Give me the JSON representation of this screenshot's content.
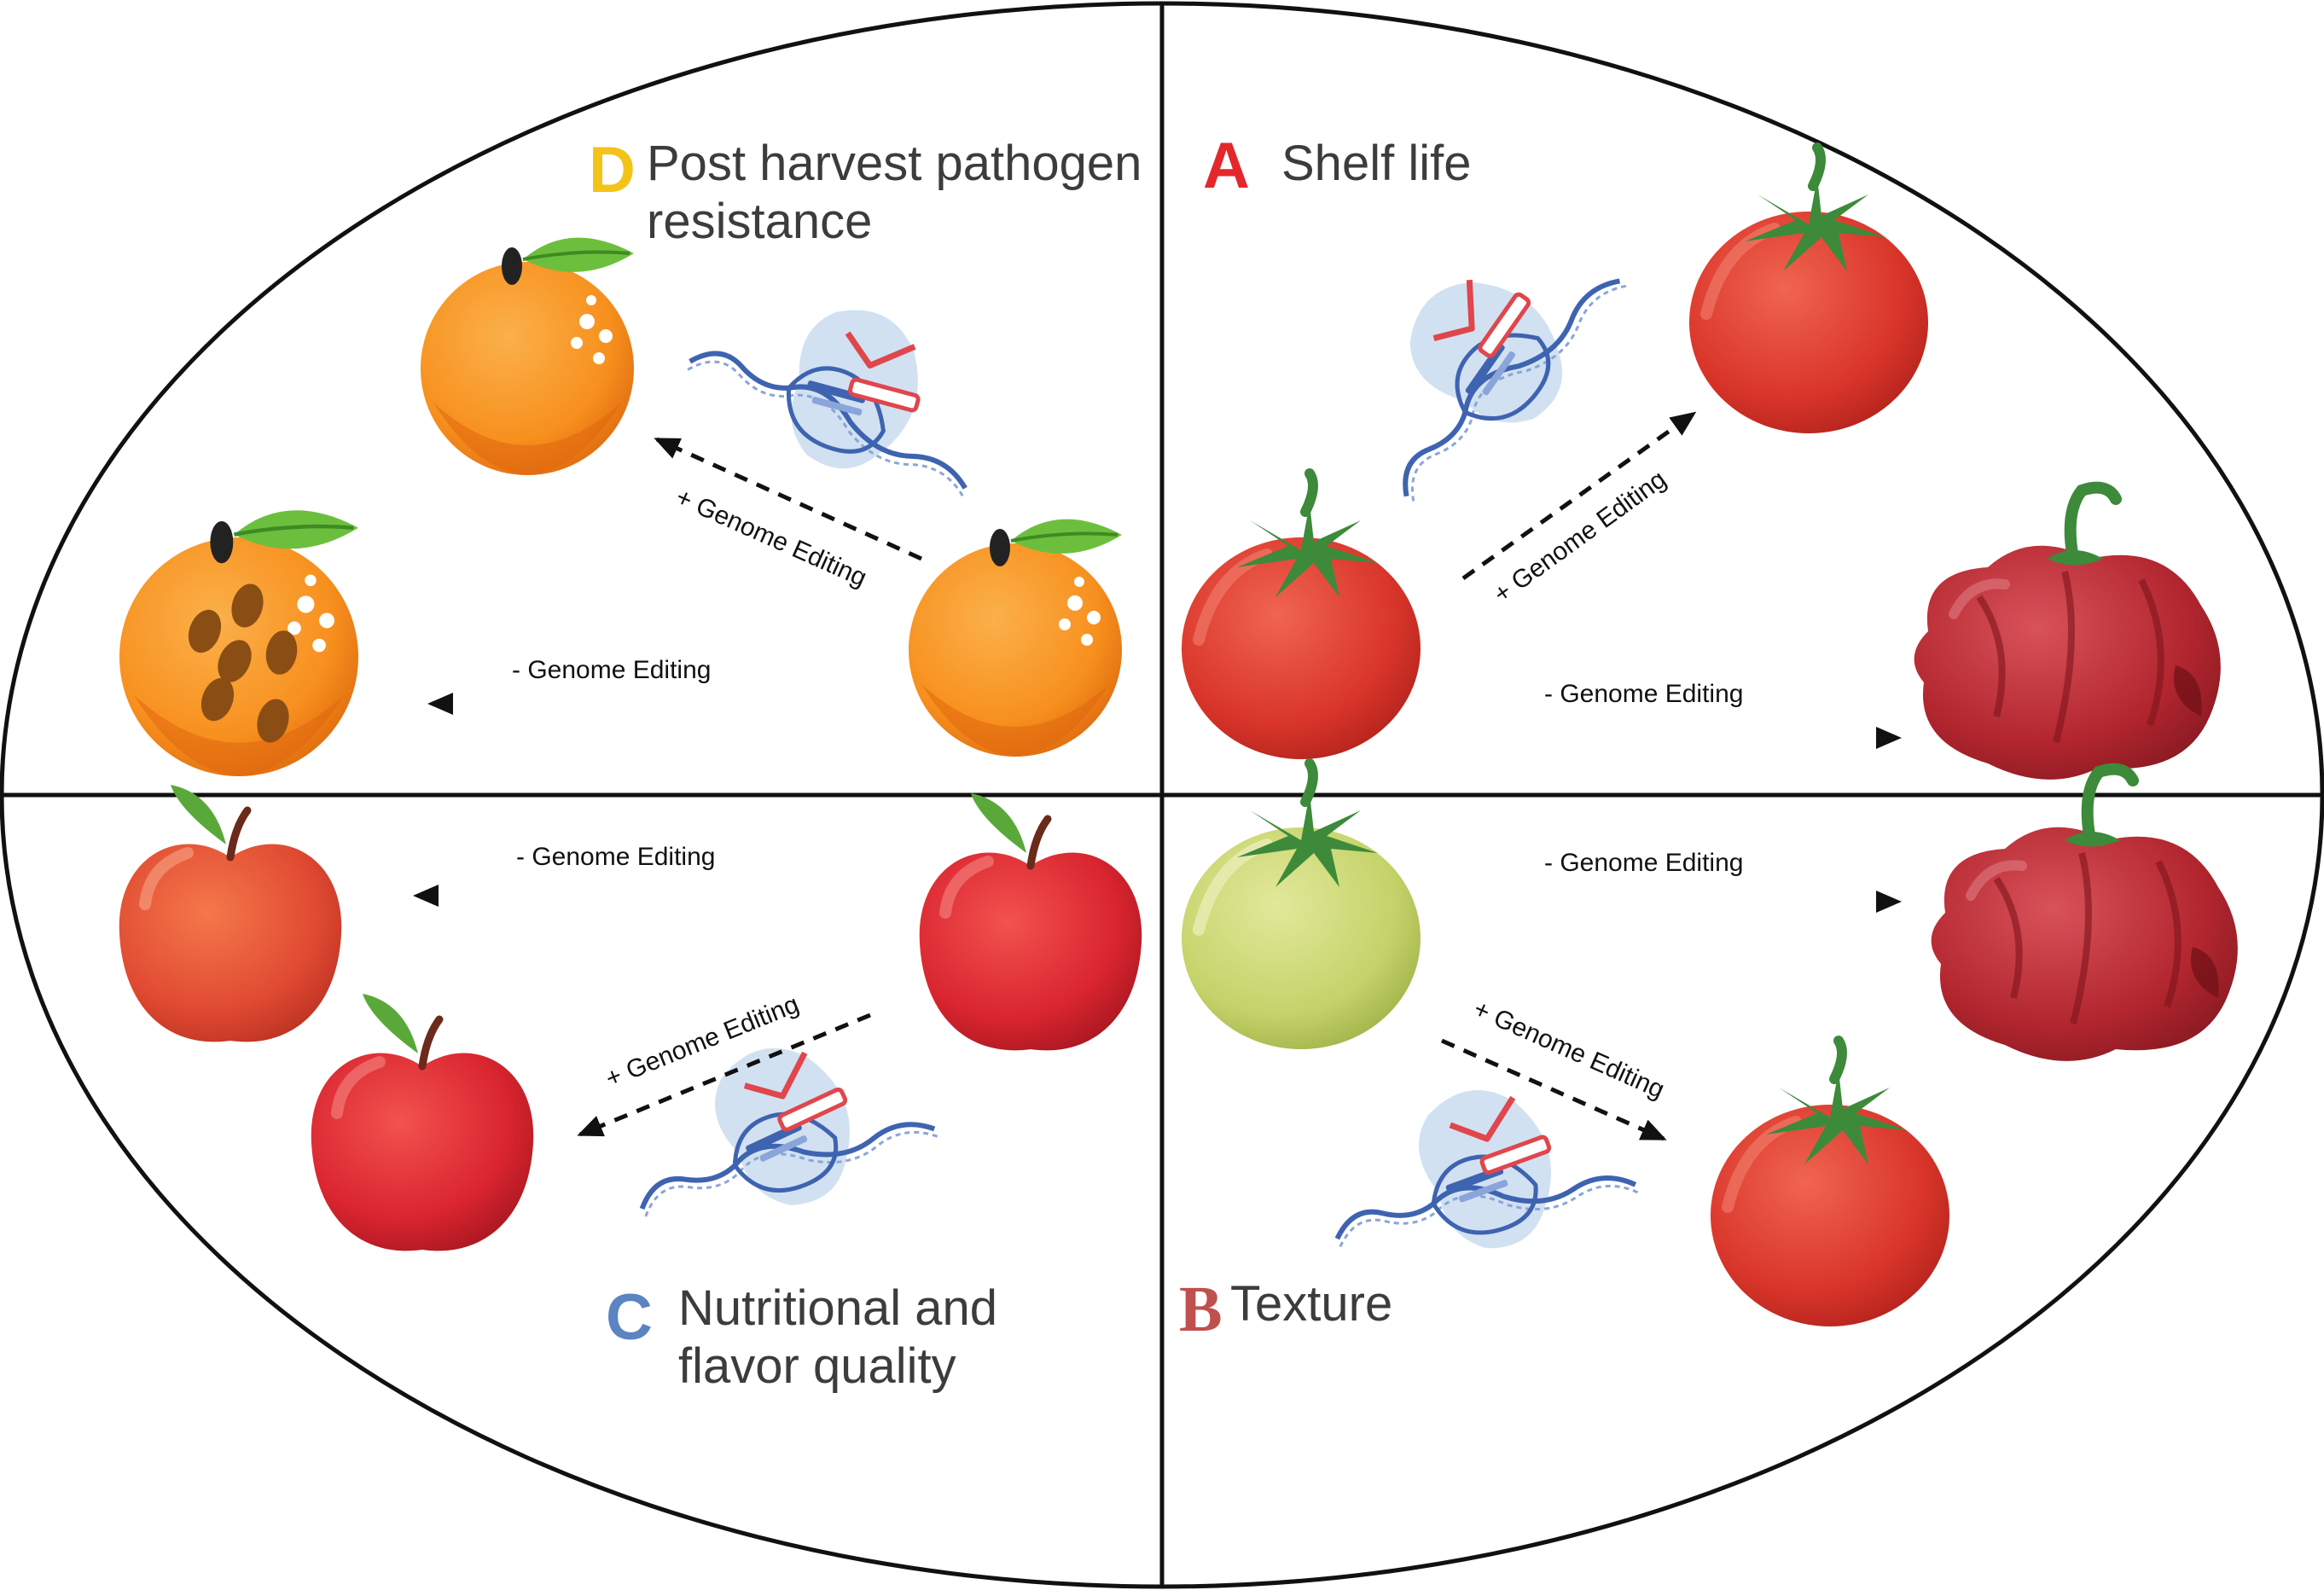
{
  "panels": {
    "A": {
      "letter": "A",
      "title": "Shelf life",
      "letter_color": "#e4272b"
    },
    "B": {
      "letter": "B",
      "title": "Texture",
      "letter_color": "#c0504d"
    },
    "C": {
      "letter": "C",
      "title": "Nutritional and\nflavor quality",
      "letter_color": "#5b84c1"
    },
    "D": {
      "letter": "D",
      "title": "Post harvest pathogen\nresistance",
      "letter_color": "#f3c318"
    }
  },
  "arrow_labels": {
    "plus": "+ Genome Editing",
    "minus": "- Genome Editing"
  },
  "icons": {
    "fruit_fresh": "fresh-fruit-icon",
    "fruit_spoiled": "spoiled-fruit-icon",
    "crispr": "crispr-cas9-icon"
  },
  "colors": {
    "orange": "#f7901e",
    "tomato_red": "#d9352a",
    "tomato_green": "#c5d36a",
    "apple_red": "#d9252f",
    "shriveled": "#b3262f",
    "leaf": "#5aa83a"
  }
}
